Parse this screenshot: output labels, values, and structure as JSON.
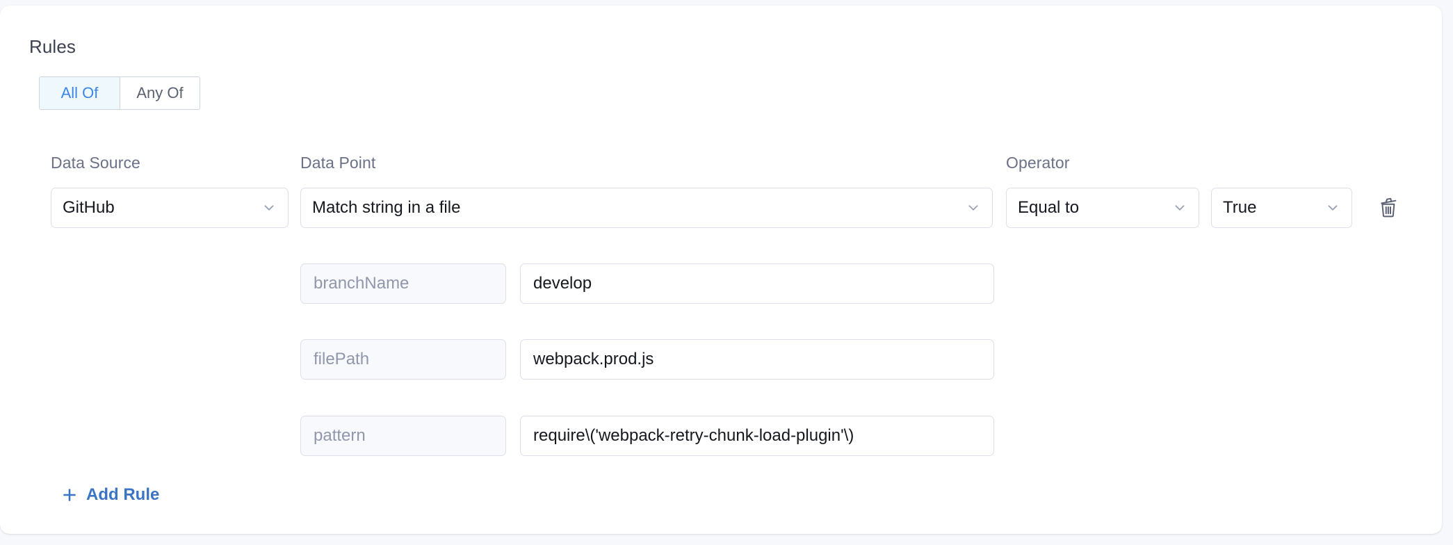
{
  "card": {
    "heading": "Rules"
  },
  "match_toggle": {
    "options": [
      {
        "label": "All Of",
        "active": true
      },
      {
        "label": "Any Of",
        "active": false
      }
    ]
  },
  "columns": {
    "data_source_label": "Data Source",
    "data_point_label": "Data Point",
    "operator_label": "Operator"
  },
  "rule": {
    "data_source": "GitHub",
    "data_point": "Match string in a file",
    "operator": "Equal to",
    "value": "True",
    "delete_icon": "trash-icon",
    "chevron_icon": "chevron-down-icon",
    "parameters": [
      {
        "key": "branchName",
        "value": "develop"
      },
      {
        "key": "filePath",
        "value": "webpack.prod.js"
      },
      {
        "key": "pattern",
        "value": "require\\('webpack-retry-chunk-load-plugin'\\)"
      }
    ]
  },
  "actions": {
    "add_rule_label": "Add Rule",
    "add_rule_icon": "plus-icon"
  },
  "colors": {
    "accent_blue": "#3b86e8",
    "link_blue": "#3b74c4",
    "active_tab_bg": "#eef8fd",
    "border": "#dcdfe9",
    "label_gray": "#6b7186",
    "placeholder_gray": "#9197ab",
    "card_bg": "#ffffff",
    "page_bg": "#f7f8fb"
  }
}
